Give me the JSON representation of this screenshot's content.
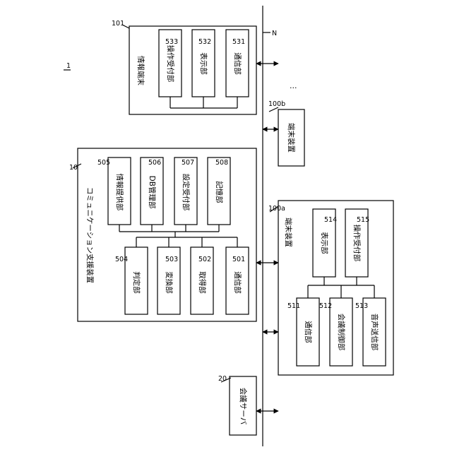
{
  "figure_number": "1",
  "network": {
    "ref": "N"
  },
  "info_terminal": {
    "ref": "101",
    "title": "情報端末",
    "units": [
      {
        "ref": "533",
        "label": "操作受付部"
      },
      {
        "ref": "532",
        "label": "表示部"
      },
      {
        "ref": "531",
        "label": "通信部"
      }
    ]
  },
  "ellipsis": "…",
  "terminal_b": {
    "ref": "100b",
    "label": "端末装置"
  },
  "comm_support": {
    "ref": "10",
    "title": "コミュニケーション支援装置",
    "top_units": [
      {
        "ref": "505",
        "label": "情報提供部"
      },
      {
        "ref": "506",
        "label": "DB管理部"
      },
      {
        "ref": "507",
        "label": "設定受付部"
      },
      {
        "ref": "508",
        "label": "記憶部"
      }
    ],
    "bottom_units": [
      {
        "ref": "504",
        "label": "判定部"
      },
      {
        "ref": "503",
        "label": "変換部"
      },
      {
        "ref": "502",
        "label": "取得部"
      },
      {
        "ref": "501",
        "label": "通信部"
      }
    ]
  },
  "terminal_a": {
    "ref": "100a",
    "title": "端末装置",
    "top_units": [
      {
        "ref": "514",
        "label": "表示部"
      },
      {
        "ref": "515",
        "label": "操作受付部"
      }
    ],
    "bottom_units": [
      {
        "ref": "511",
        "label": "通信部"
      },
      {
        "ref": "512",
        "label": "会議制御部"
      },
      {
        "ref": "513",
        "label": "音声送信部"
      }
    ]
  },
  "conf_server": {
    "ref": "20",
    "label": "会議サーバ"
  }
}
